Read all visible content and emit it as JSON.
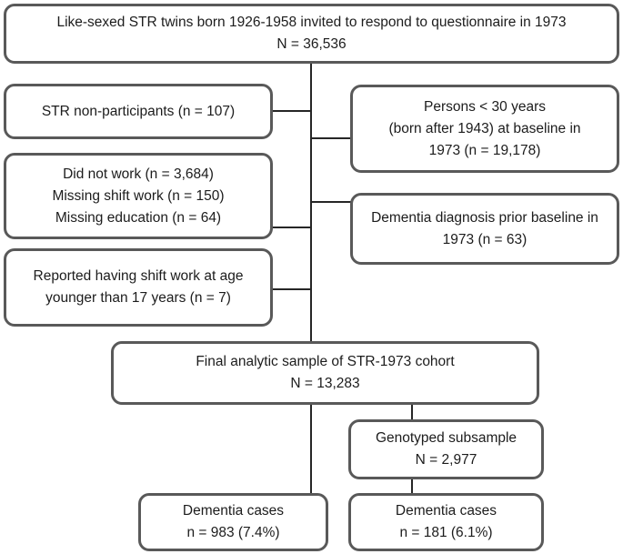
{
  "diagram": {
    "title": "STR-1973 cohort participant flow",
    "colors": {
      "box_border": "#595959",
      "connector": "#262626",
      "text": "#1c1c1c",
      "background": "#ffffff"
    },
    "boxes": {
      "invited": {
        "lines": [
          "Like-sexed STR twins born 1926-1958 invited to respond to questionnaire in 1973",
          "N = 36,536"
        ]
      },
      "non_participants": {
        "lines": [
          "STR non-participants (n = 107)"
        ]
      },
      "under_30": {
        "lines": [
          "Persons < 30 years",
          "(born after 1943) at baseline in",
          "1973 (n = 19,178)"
        ]
      },
      "exclusions_work": {
        "lines": [
          "Did not work (n = 3,684)",
          "Missing shift work (n = 150)",
          "Missing education (n = 64)"
        ]
      },
      "dementia_prior": {
        "lines": [
          "Dementia diagnosis prior baseline in",
          "1973 (n = 63)"
        ]
      },
      "shift_young": {
        "lines": [
          "Reported having shift work at age",
          "younger than 17 years (n = 7)"
        ]
      },
      "final_sample": {
        "lines": [
          "Final analytic sample of STR-1973 cohort",
          "N = 13,283"
        ]
      },
      "genotyped": {
        "lines": [
          "Genotyped subsample",
          "N = 2,977"
        ]
      },
      "dementia_cohort": {
        "lines": [
          "Dementia cases",
          "n = 983 (7.4%)"
        ]
      },
      "dementia_genotyped": {
        "lines": [
          "Dementia cases",
          "n = 181 (6.1%)"
        ]
      }
    }
  }
}
